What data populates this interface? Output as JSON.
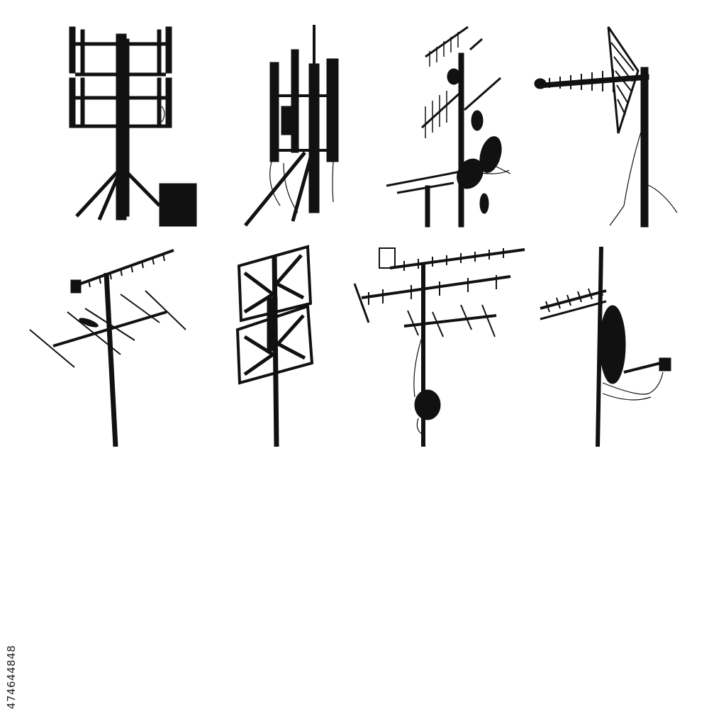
{
  "image_id_label": "474644848",
  "colors": {
    "background": "#ffffff",
    "silhouette": "#111111"
  },
  "antennas": [
    {
      "name": "cellular-tower-with-panel-antennas"
    },
    {
      "name": "cellular-mast-with-vertical-panels"
    },
    {
      "name": "mast-with-yagi-antennas-and-dishes"
    },
    {
      "name": "log-periodic-antenna-on-pole"
    },
    {
      "name": "yagi-tv-antenna-with-crossbars"
    },
    {
      "name": "bowtie-grid-uhf-antenna"
    },
    {
      "name": "multi-yagi-antenna-with-dish"
    },
    {
      "name": "yagi-antenna-with-satellite-dish"
    }
  ]
}
